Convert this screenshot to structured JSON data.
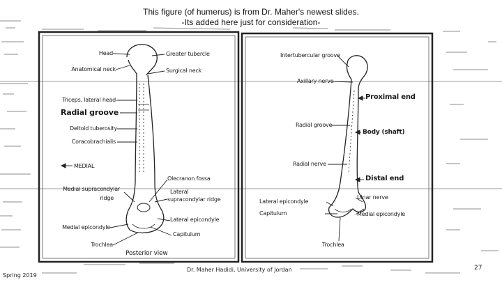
{
  "caption": {
    "line1": "This figure (of humerus) is from Dr. Maher's newest slides.",
    "line2": "-Its added here just for consideration-"
  },
  "left_figure": {
    "labels": {
      "head": "Head",
      "greater_tubercle": "Greater tubercle",
      "anatomical_neck": "Anatomical neck",
      "surgical_neck": "Surgical neck",
      "triceps_lateral_head": "Triceps, lateral head",
      "radial_groove": "Radial groove",
      "deltoid_tuberosity": "Deltoid tuberosity",
      "coracobrachialis": "Coracobrachialis",
      "medial": "MEDIAL",
      "olecranon_fossa": "Olecranon fossa",
      "medial_supracondylar_ridge_1": "Medial supracondylar",
      "medial_supracondylar_ridge_2": "ridge",
      "lateral_supracondylar_ridge_1": "Lateral",
      "lateral_supracondylar_ridge_2": "supracondylar ridge",
      "lateral_epicondyle": "Lateral epicondyle",
      "medial_epicondyle": "Medial epicondyle",
      "capitulum": "Capitulum",
      "trochlea": "Trochlea",
      "posterior_view": "Posterior view"
    }
  },
  "right_figure": {
    "labels": {
      "intertubercular_groove": "Intertubercular groove",
      "axillary_nerve": "Axillary nerve",
      "proximal_end": "Proximal end",
      "radial_groove": "Radial groove",
      "body_shaft": "Body (shaft)",
      "radial_nerve": "Radial nerve",
      "distal_end": "Distal end",
      "ulnar_nerve": "Ulnar nerve",
      "lateral_epicondyle": "Lateral epicondyle",
      "capitulum": "Capitulum",
      "medial_epicondyle": "Medial epicondyle",
      "trochlea": "Trochlea"
    }
  },
  "footer": {
    "left": "Spring 2019",
    "center": "Dr. Maher Hadidi, University of Jordan",
    "page": "27"
  }
}
